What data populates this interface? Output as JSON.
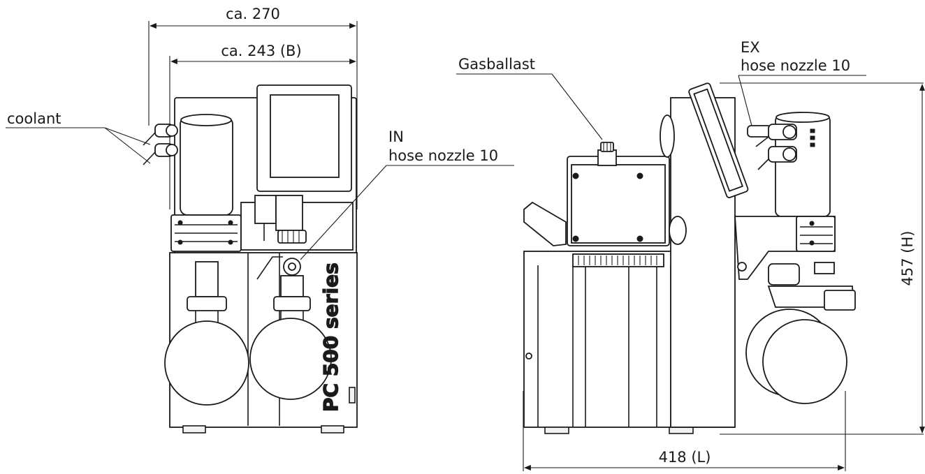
{
  "dimensions": {
    "total_width": "ca. 270",
    "body_width": "ca. 243 (B)",
    "height": "457 (H)",
    "length": "418 (L)"
  },
  "callouts": {
    "coolant": "coolant",
    "in_label": "IN",
    "in_nozzle": "hose nozzle 10",
    "gasballast": "Gasballast",
    "ex_label": "EX",
    "ex_nozzle": "hose nozzle 10"
  },
  "product_label": "PC 500 series",
  "colors": {
    "line": "#1a1a1a",
    "background": "#ffffff",
    "panel": "#f2f2f2"
  }
}
